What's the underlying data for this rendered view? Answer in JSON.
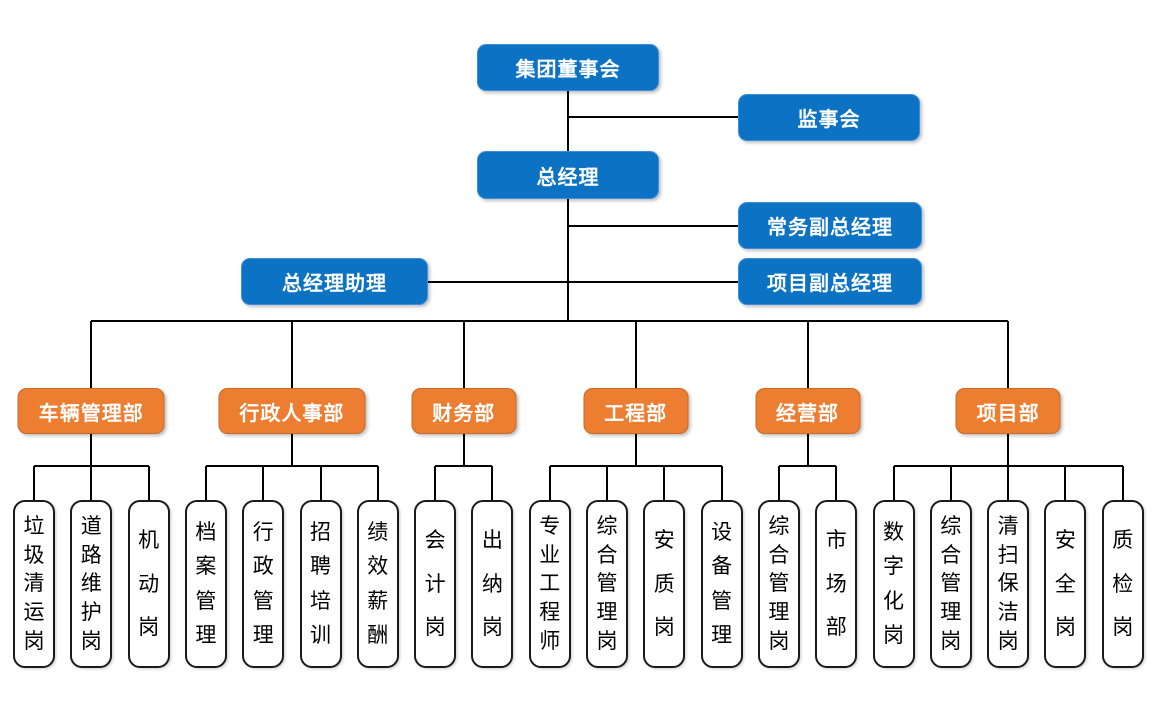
{
  "org": {
    "board": {
      "label": "集团董事会"
    },
    "supervisory": {
      "label": "监事会"
    },
    "general_manager": {
      "label": "总经理"
    },
    "executive_deputy_gm": {
      "label": "常务副总经理"
    },
    "gm_assistant": {
      "label": "总经理助理"
    },
    "project_deputy_gm": {
      "label": "项目副总经理"
    },
    "departments": [
      {
        "label": "车辆管理部",
        "children": [
          "垃圾清运岗",
          "道路维护岗",
          "机动岗"
        ]
      },
      {
        "label": "行政人事部",
        "children": [
          "档案管理",
          "行政管理",
          "招聘培训",
          "绩效薪酬"
        ]
      },
      {
        "label": "财务部",
        "children": [
          "会计岗",
          "出纳岗"
        ]
      },
      {
        "label": "工程部",
        "children": [
          "专业工程师",
          "综合管理岗",
          "安质岗",
          "设备管理"
        ]
      },
      {
        "label": "经营部",
        "children": [
          "综合管理岗",
          "市场部"
        ]
      },
      {
        "label": "项目部",
        "children": [
          "数字化岗",
          "综合管理岗",
          "清扫保洁岗",
          "安全岗",
          "质检岗"
        ]
      }
    ]
  },
  "colors": {
    "node_blue": "#0B72C4",
    "node_blue_border": "#3E8EDC",
    "dept_orange": "#ED7D31",
    "dept_orange_border": "#C96A26",
    "connector": "#000000",
    "leaf_border": "#1A1A1A",
    "node_text": "#FFFFFF",
    "leaf_text": "#000000"
  }
}
